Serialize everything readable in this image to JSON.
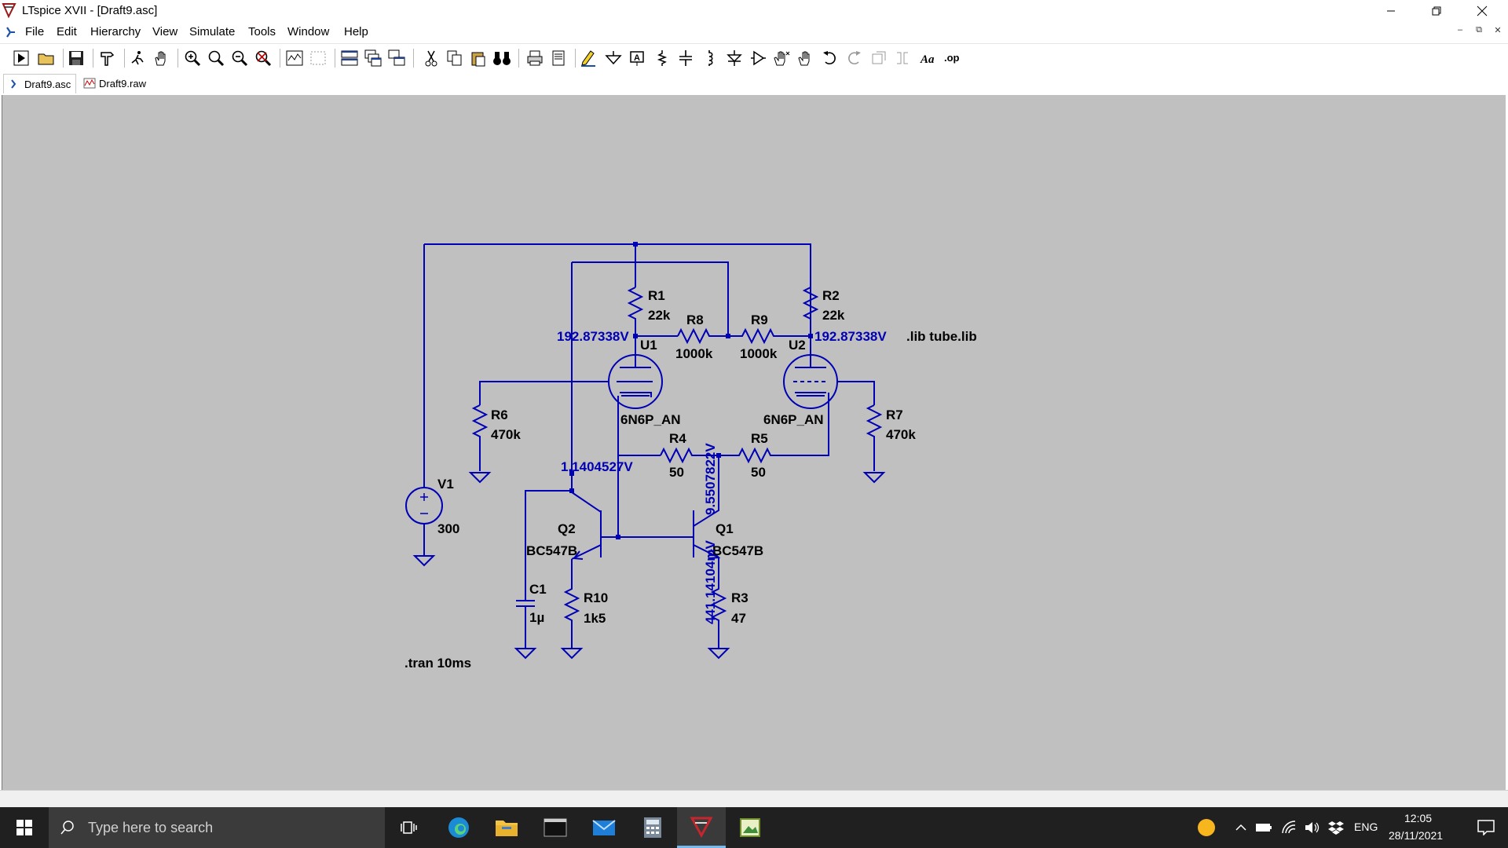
{
  "window": {
    "title": "LTspice XVII - [Draft9.asc]"
  },
  "menu": {
    "items": [
      "File",
      "Edit",
      "Hierarchy",
      "View",
      "Simulate",
      "Tools",
      "Window",
      "Help"
    ]
  },
  "tabs": [
    {
      "label": "Draft9.asc",
      "icon": "schematic-icon",
      "active": true
    },
    {
      "label": "Draft9.raw",
      "icon": "waveform-icon",
      "active": false
    }
  ],
  "schematic": {
    "components": {
      "R1": {
        "name": "R1",
        "value": "22k"
      },
      "R2": {
        "name": "R2",
        "value": "22k"
      },
      "R3": {
        "name": "R3",
        "value": "47"
      },
      "R4": {
        "name": "R4",
        "value": "50"
      },
      "R5": {
        "name": "R5",
        "value": "50"
      },
      "R6": {
        "name": "R6",
        "value": "470k"
      },
      "R7": {
        "name": "R7",
        "value": "470k"
      },
      "R8": {
        "name": "R8",
        "value": "1000k"
      },
      "R9": {
        "name": "R9",
        "value": "1000k"
      },
      "R10": {
        "name": "R10",
        "value": "1k5"
      },
      "C1": {
        "name": "C1",
        "value": "1µ"
      },
      "V1": {
        "name": "V1",
        "value": "300"
      },
      "U1": {
        "name": "U1",
        "value": "6N6P_AN"
      },
      "U2": {
        "name": "U2",
        "value": "6N6P_AN"
      },
      "Q1": {
        "name": "Q1",
        "value": "BC547B"
      },
      "Q2": {
        "name": "Q2",
        "value": "BC547B"
      }
    },
    "voltages": {
      "u1_anode": "192.87338V",
      "u2_anode": "192.87338V",
      "q2_collector": "1.1404527V",
      "cathode_node": "9.5507822V",
      "q1_emitter": "441.14104mV"
    },
    "directives": {
      "lib": ".lib tube.lib",
      "tran": ".tran 10ms"
    }
  },
  "taskbar": {
    "search_placeholder": "Type here to search",
    "language": "ENG",
    "time": "12:05",
    "date": "28/11/2021"
  },
  "colors": {
    "canvas": "#c0c0c0",
    "wire": "#0000b4",
    "voltage_text": "#0000b4",
    "taskbar": "#202020"
  }
}
